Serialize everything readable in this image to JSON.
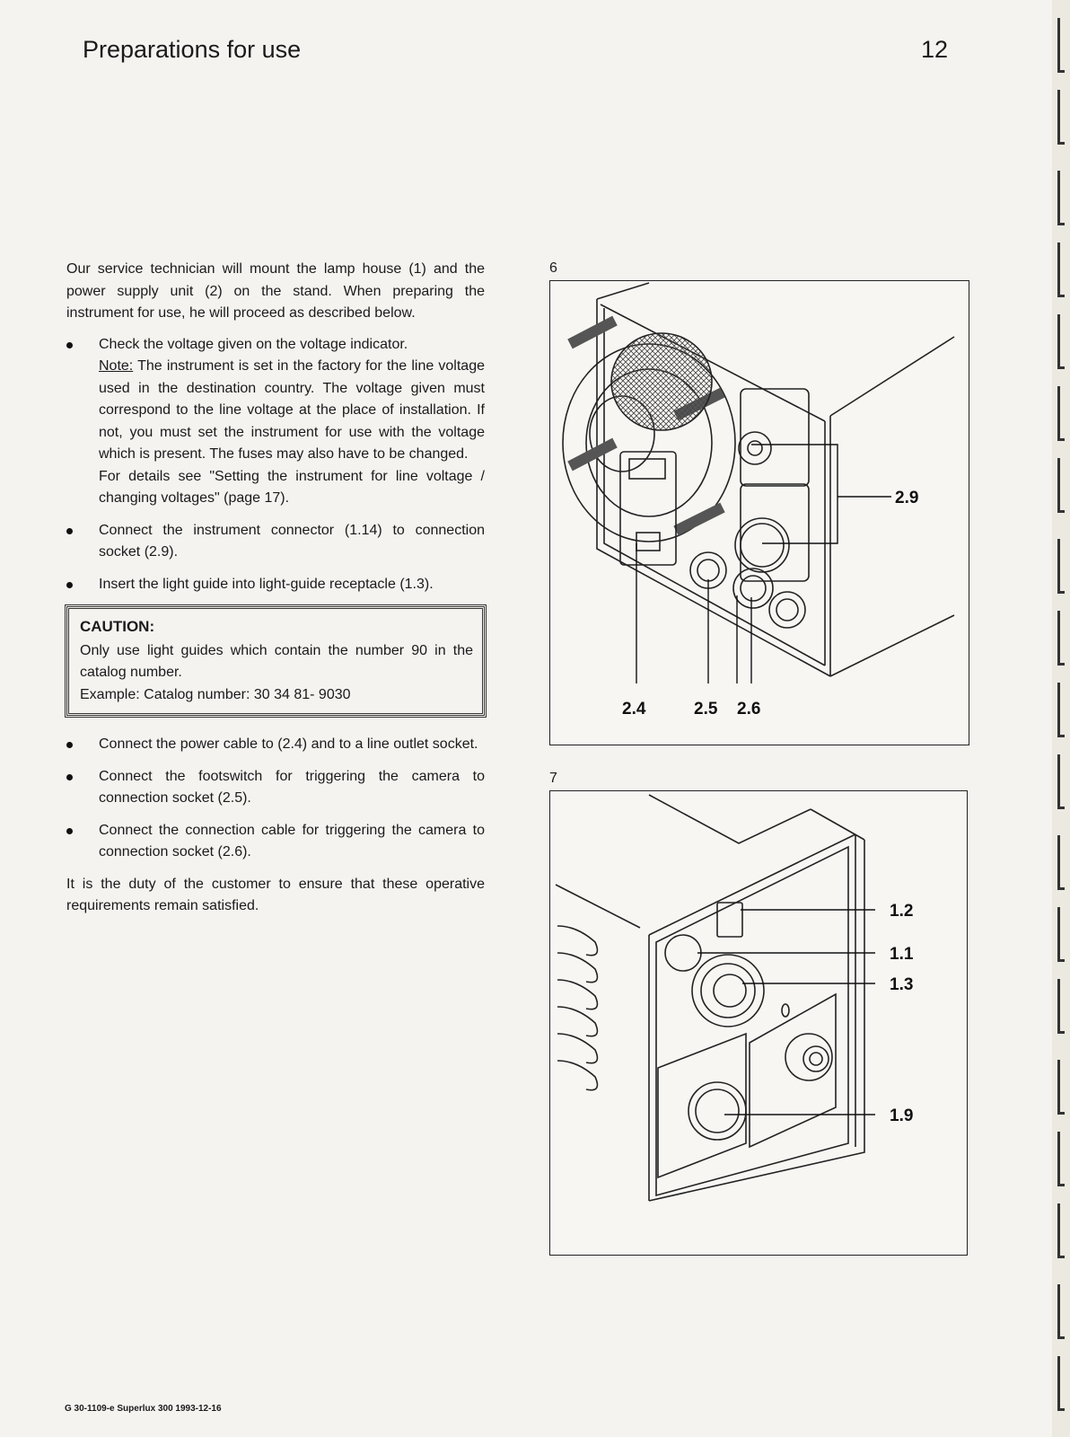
{
  "header": {
    "title": "Preparations for use",
    "page_number": "12"
  },
  "intro": "Our service technician will mount the lamp house (1) and the power supply unit (2) on the stand. When preparing the instrument for use, he will proceed as described below.",
  "bullets_a": [
    {
      "text": "Check the voltage given on the voltage indicator.",
      "note_label": "Note:",
      "note_text": " The instrument is set in the factory for the line voltage used in the destination country. The voltage given must correspond to the line voltage at the place of installation. If not, you must set the instrument for use with the voltage which is present. The fuses may also have to be changed.",
      "detail": "For details see \"Setting the instrument for line voltage / changing voltages\" (page 17)."
    },
    {
      "text": "Connect the instrument connector (1.14) to connection socket (2.9)."
    },
    {
      "text": "Insert the light guide into light-guide receptacle (1.3)."
    }
  ],
  "caution": {
    "heading": "CAUTION:",
    "line1": "Only use light guides which contain the number 90 in the catalog number.",
    "line2": "Example: Catalog number: 30 34 81- 9030"
  },
  "bullets_b": [
    "Connect the power cable to (2.4) and to a line outlet socket.",
    "Connect the footswitch for triggering the camera to connection socket (2.5).",
    "Connect the connection cable for triggering the camera to connection socket (2.6)."
  ],
  "closing": "It is the duty of the customer to ensure that these operative requirements remain satisfied.",
  "figure6": {
    "number": "6",
    "callouts": [
      "2.9",
      "2.4",
      "2.5",
      "2.6"
    ]
  },
  "figure7": {
    "number": "7",
    "callouts": [
      "1.2",
      "1.1",
      "1.3",
      "1.9"
    ]
  },
  "footer": "G 30-1109-e Superlux 300   1993-12-16"
}
